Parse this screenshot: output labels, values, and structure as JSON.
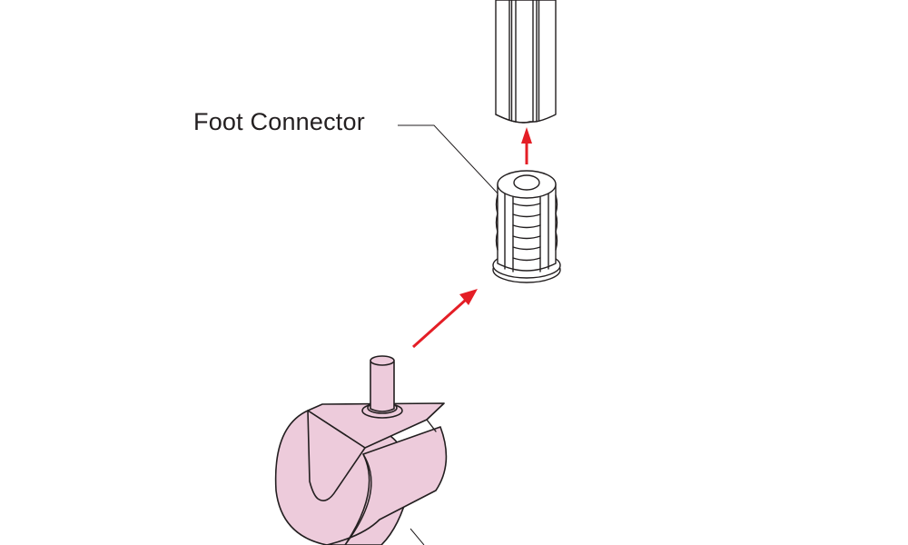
{
  "diagram": {
    "callouts": [
      {
        "label": "Foot Connector"
      }
    ],
    "parts": [
      "tube-leg",
      "foot-connector",
      "caster-wheel"
    ],
    "colors": {
      "arrow": "#e41e26",
      "wheel_fill": "#edcbdb",
      "line": "#231f20"
    }
  }
}
